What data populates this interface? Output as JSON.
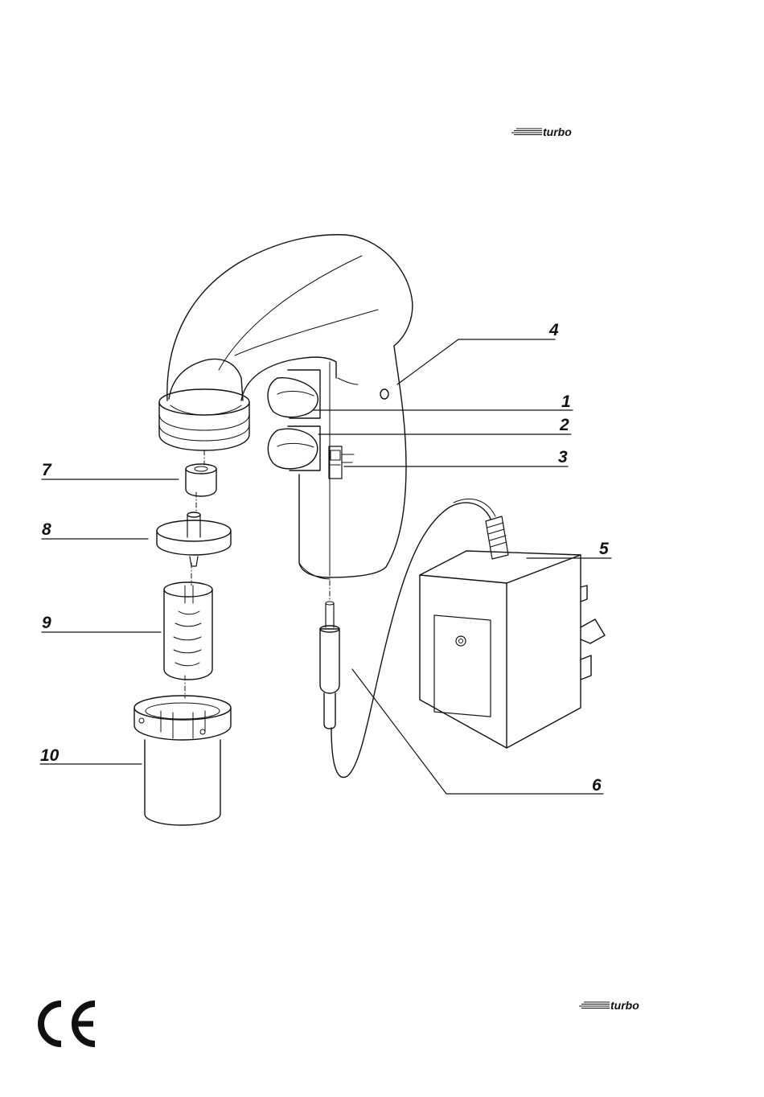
{
  "brand": {
    "logo_text": "turbo"
  },
  "callouts": [
    {
      "id": "1",
      "label": "1"
    },
    {
      "id": "2",
      "label": "2"
    },
    {
      "id": "3",
      "label": "3"
    },
    {
      "id": "4",
      "label": "4"
    },
    {
      "id": "5",
      "label": "5"
    },
    {
      "id": "6",
      "label": "6"
    },
    {
      "id": "7",
      "label": "7"
    },
    {
      "id": "8",
      "label": "8"
    },
    {
      "id": "9",
      "label": "9"
    },
    {
      "id": "10",
      "label": "10"
    }
  ],
  "certification": {
    "mark": "CE"
  },
  "colors": {
    "ink": "#111111",
    "paper": "#ffffff"
  }
}
